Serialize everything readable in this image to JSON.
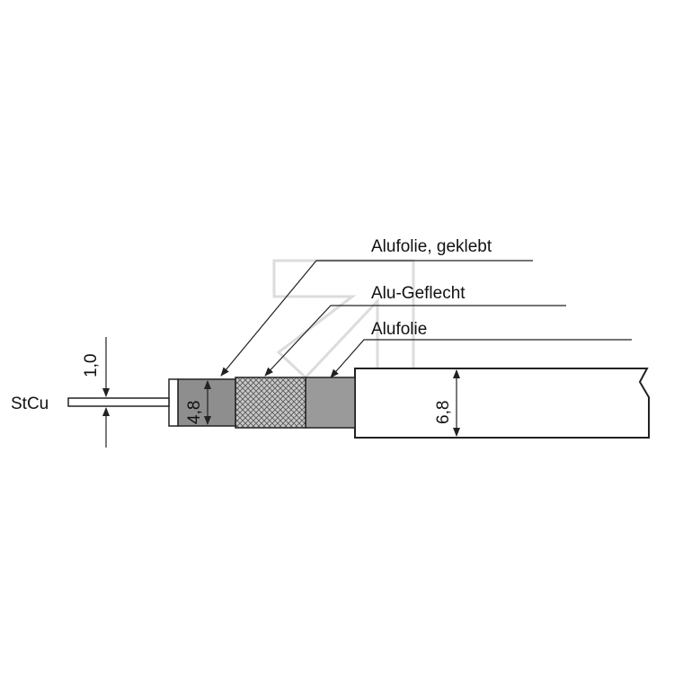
{
  "diagram": {
    "conductor_label": "StCu",
    "conductor_diameter": "1,0",
    "dielectric_diameter": "4,8",
    "outer_diameter": "6,8",
    "layers": [
      {
        "label": "Alufolie, geklebt"
      },
      {
        "label": "Alu-Geflecht"
      },
      {
        "label": "Alufolie"
      }
    ]
  },
  "colors": {
    "line": "#222222",
    "dielectric": "#8e8e8e",
    "foil": "#9a9a9a",
    "braid": "#bfbfbf",
    "watermark": "#d9d9d9",
    "background": "#ffffff"
  }
}
